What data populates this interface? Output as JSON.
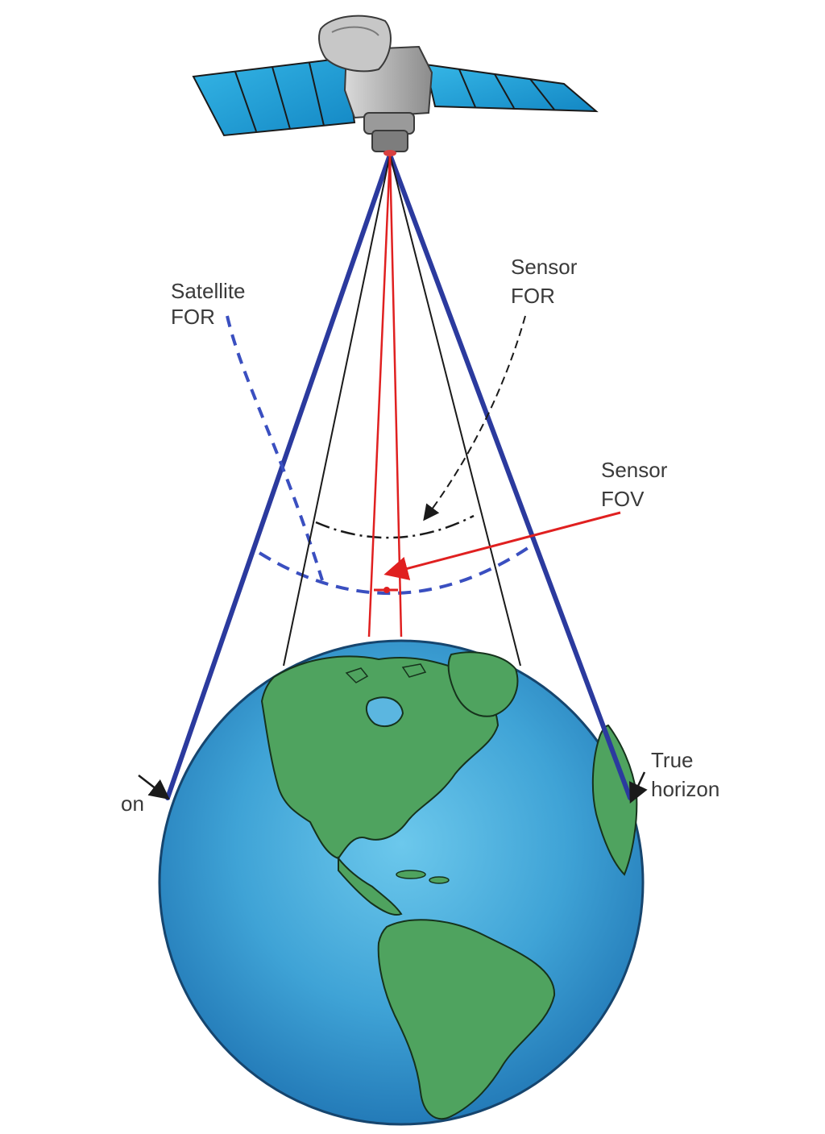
{
  "labels": {
    "satellite_for_line1": "Satellite",
    "satellite_for_line2": "FOR",
    "sensor_for_line1": "Sensor",
    "sensor_for_line2": "FOR",
    "sensor_fov_line1": "Sensor",
    "sensor_fov_line2": "FOV",
    "true_horizon_line1": "True",
    "true_horizon_line2": "horizon",
    "left_horizon_partial": "on"
  },
  "colors": {
    "satellite_for": "#2b3a9e",
    "satellite_for_arc": "#3a4fc0",
    "sensor_for": "#1a1a1a",
    "sensor_fov": "#e02020",
    "ocean": "#3fa3d6",
    "land": "#4fa35f",
    "solar_panel": "#1f9fd6",
    "satellite_body": "#b8b8b8"
  },
  "icons": {
    "satellite": "satellite-icon",
    "earth": "earth-globe-icon"
  }
}
